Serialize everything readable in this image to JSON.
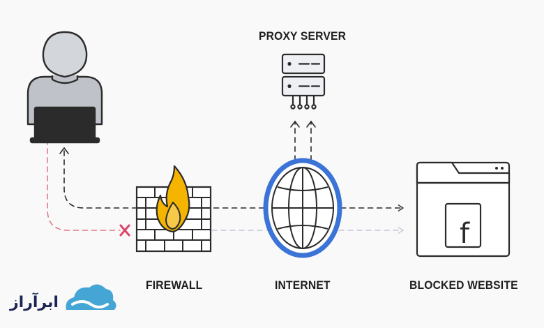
{
  "labels": {
    "proxy_server": "PROXY SERVER",
    "firewall": "FIREWALL",
    "internet": "INTERNET",
    "blocked_website": "BLOCKED WEBSITE"
  },
  "website_icon_letter": "f",
  "logo": {
    "text": "ابرآراز"
  },
  "icons": {
    "user": "user-at-laptop-icon",
    "proxy": "server-rack-icon",
    "firewall": "brick-wall-with-flame-icon",
    "internet": "globe-icon",
    "website": "browser-window-icon",
    "blocked": "red-x-icon",
    "logo": "cloud-icon"
  },
  "colors": {
    "ink": "#2b2b2b",
    "blocked_path": "#e07a88",
    "blocked_x": "#d9466a",
    "faded_path": "#c3c8d6",
    "globe_ring": "#3b74d6",
    "flame_outer": "#f4b400",
    "flame_inner": "#f7c948",
    "person_fill": "#bfc3c9",
    "head_fill": "#d3d6da",
    "logo_cloud": "#45a6d6",
    "logo_text": "#1b2452"
  }
}
